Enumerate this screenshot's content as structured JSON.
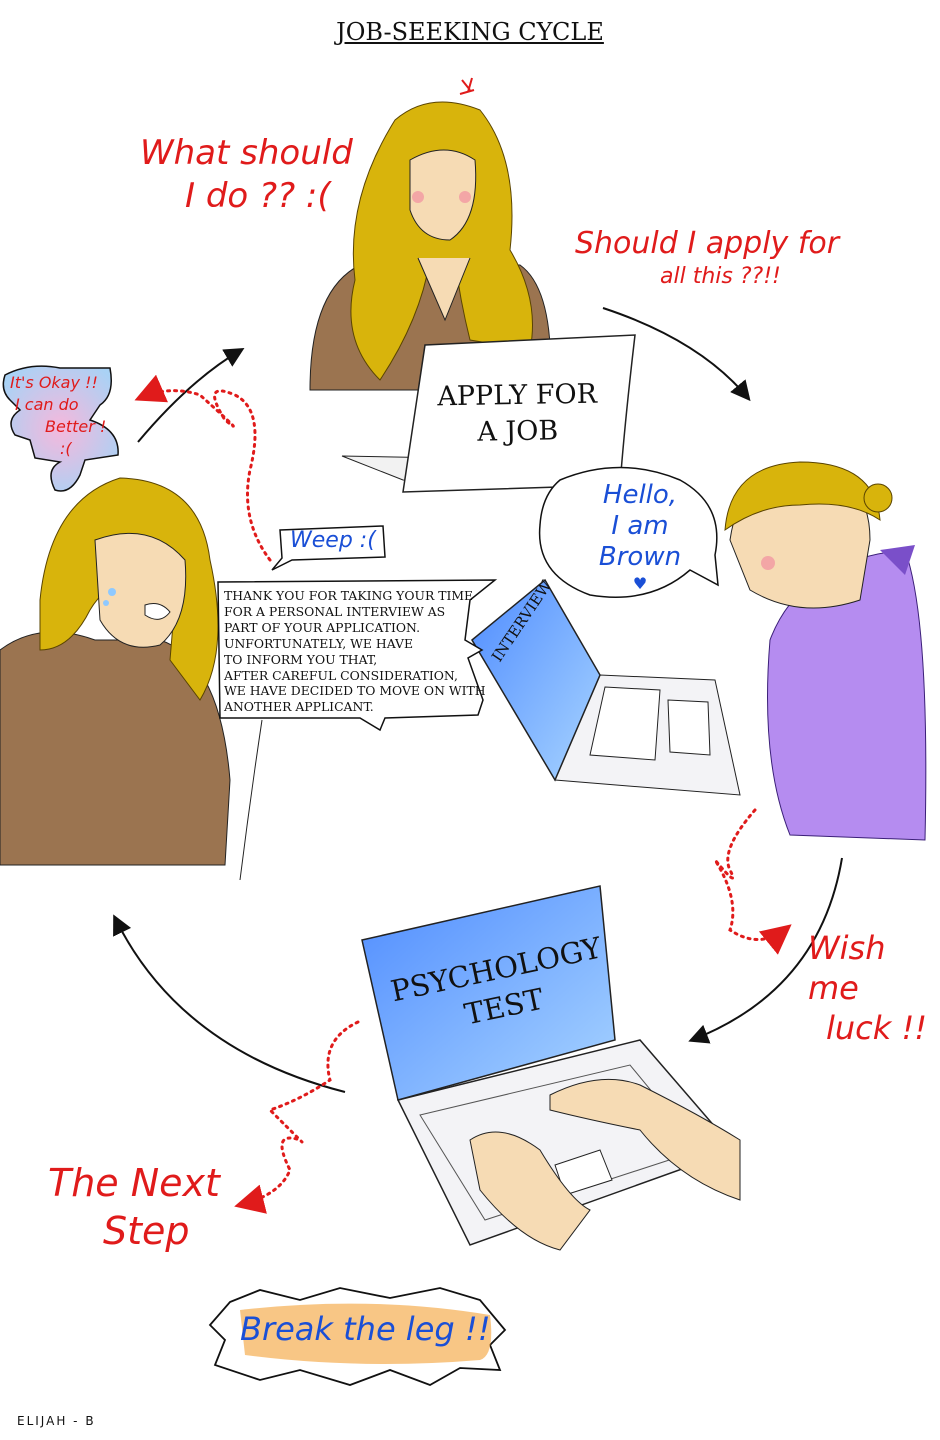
{
  "title": "JOB-SEEKING CYCLE",
  "stages": {
    "apply": {
      "line1": "APPLY FOR",
      "line2": "A JOB"
    },
    "interview": "INTERVIEW",
    "psychology": {
      "line1": "PSYCHOLOGY",
      "line2": "TEST"
    }
  },
  "captions": {
    "what_should": {
      "line1": "What should",
      "line2": "I do ?? :("
    },
    "should_apply": {
      "line1": "Should I apply for",
      "line2": "all this ??!!"
    },
    "hello": {
      "line1": "Hello,",
      "line2": "I am Brown",
      "heart": "♥"
    },
    "weep": "Weep :(",
    "wish_luck": {
      "line1": "Wish me",
      "line2": "luck !!"
    },
    "next_step": {
      "line1": "The Next",
      "line2": "Step"
    },
    "its_okay": {
      "line1": "It's Okay !!",
      "line2": "I can do",
      "line3": "Better !",
      "line4": ":("
    },
    "break_leg": "Break the leg !!"
  },
  "rejection_letter": [
    "THANK YOU FOR TAKING YOUR TIME",
    "FOR A PERSONAL INTERVIEW AS",
    "PART OF YOUR APPLICATION.",
    "UNFORTUNATELY, WE HAVE",
    "TO INFORM YOU THAT,",
    "AFTER CAREFUL CONSIDERATION,",
    "WE HAVE DECIDED TO MOVE ON WITH",
    "ANOTHER APPLICANT."
  ],
  "signature": "ELIJAH - B",
  "colors": {
    "hair": "#d8b40c",
    "sweater": "#9b7450",
    "jacket": "#b58cf0",
    "screen": "#6fa8ff",
    "red": "#e01b1b",
    "blue": "#1a4fd6",
    "skin": "#f6dbb4"
  }
}
